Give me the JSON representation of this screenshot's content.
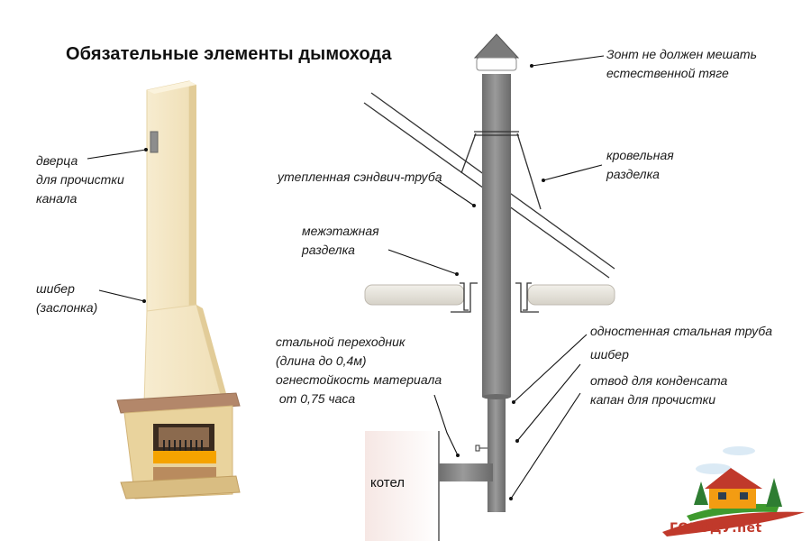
{
  "title": "Обязательные элементы дымохода",
  "labels": {
    "dvertsa": [
      "дверца",
      "для прочистки",
      "канала"
    ],
    "shiber_left": [
      "шибер",
      "(заслонка)"
    ],
    "zont": [
      "Зонт не должен мешать",
      "естественной тяге"
    ],
    "krovelnaya": [
      "кровельная",
      "разделка"
    ],
    "sendvich": [
      "утепленная сэндвич-труба"
    ],
    "mezhetazh": [
      "межэтажная",
      "разделка"
    ],
    "perekhodnik": [
      "стальной переходник",
      "(длина до 0,4м)",
      "огнестойкость материала",
      " от 0,75 часа"
    ],
    "odnostennaya": [
      "одностенная стальная труба"
    ],
    "shiber_right": [
      "шибер"
    ],
    "otvod": [
      "отвод для конденсата",
      "капан для прочистки"
    ]
  },
  "kotel": "котел",
  "logo": {
    "text": "ГОРОДУ.net",
    "text_color": "#c0392b"
  },
  "colors": {
    "pipe": "#8a8a8a",
    "pipe_dark": "#6f6f6f",
    "brick": "#f3e6c4",
    "slab": "#e6e3dc",
    "firebox_fire": "#f5a300"
  }
}
